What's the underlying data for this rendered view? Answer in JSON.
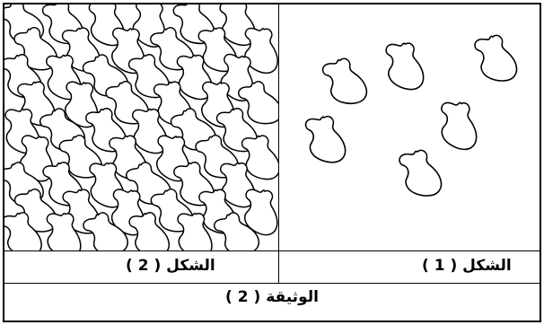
{
  "document": {
    "figures": [
      {
        "label": "الشكل ( 2 )",
        "shape_density": "dense",
        "icon": "irregular-blob-icon"
      },
      {
        "label": "الشكل ( 1 )",
        "shape_density": "sparse",
        "icon": "irregular-blob-icon"
      }
    ],
    "caption": "الوثيقة ( 2 )"
  }
}
